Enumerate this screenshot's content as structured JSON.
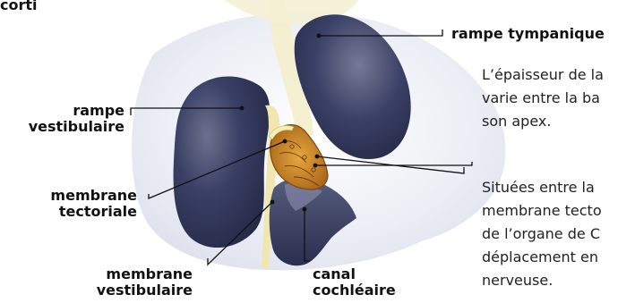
{
  "labels": {
    "corti": "corti",
    "rampe_tympanique": "rampe tympanique",
    "rampe_vestibulaire_1": "rampe",
    "rampe_vestibulaire_2": "vestibulaire",
    "membrane_tectoriale_1": "membrane",
    "membrane_tectoriale_2": "tectoriale",
    "membrane_vestibulaire_1": "membrane",
    "membrane_vestibulaire_2": "vestibulaire",
    "canal_cochleaire_1": "canal",
    "canal_cochleaire_2": "cochléaire"
  },
  "descriptions": {
    "epaisseur": [
      "L’épaisseur de la",
      "varie entre la ba",
      "son apex."
    ],
    "situees": [
      "Situées entre la",
      "membrane tecto",
      "de l’organe de C",
      "déplacement en",
      "nerveuse."
    ]
  },
  "colors": {
    "chamber_dark": "#2e3458",
    "background_shape": "#e9ebf3",
    "organ_orange": "#c9851e",
    "membrane_cream": "#f3eecb",
    "leader_line": "#111111"
  }
}
